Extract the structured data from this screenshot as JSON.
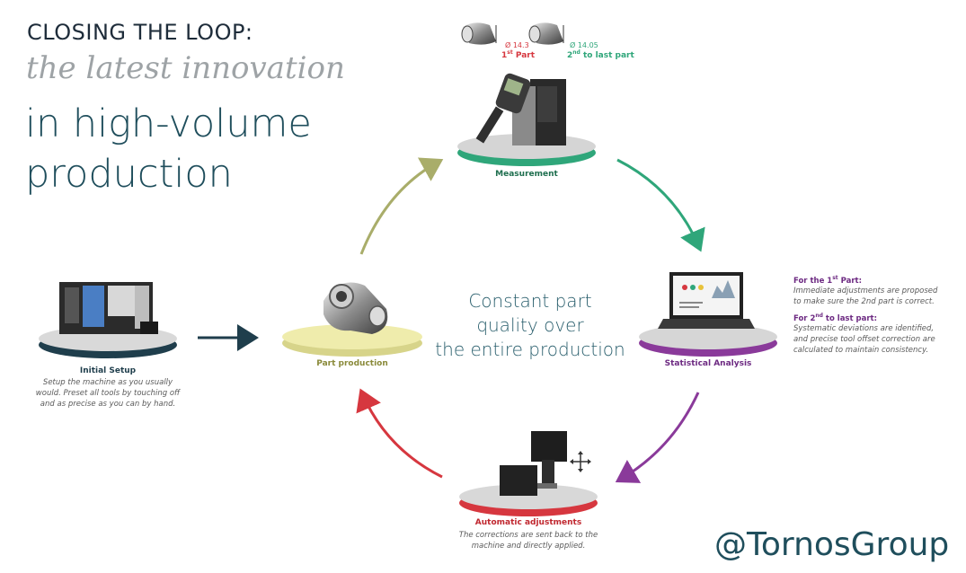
{
  "title": {
    "line1": "CLOSING THE LOOP:",
    "line2": "the latest innovation",
    "line3a": "in high-volume",
    "line3b": "production"
  },
  "center": {
    "line1": "Constant part",
    "line2": "quality over",
    "line3": "the entire production"
  },
  "stages": {
    "initial": {
      "label": "Initial Setup",
      "desc1": "Setup the machine as you usually",
      "desc2": "would. Preset all tools by touching off",
      "desc3": "and as precise as you can by hand."
    },
    "part": {
      "label": "Part production"
    },
    "measurement": {
      "label": "Measurement"
    },
    "statistical": {
      "label": "Statistical Analysis"
    },
    "automatic": {
      "label": "Automatic adjustments",
      "desc1": "The corrections are sent back to the",
      "desc2": "machine and directly applied."
    }
  },
  "measurement_parts": {
    "first": {
      "diameter": "Ø 14.3",
      "label_num": "1",
      "label_sup": "st",
      "label_rest": " Part"
    },
    "last": {
      "diameter": "Ø 14.05",
      "label_num": "2",
      "label_sup": "nd",
      "label_rest": " to last part"
    }
  },
  "notes": {
    "first_head_pre": "For the 1",
    "first_head_sup": "st",
    "first_head_post": " Part:",
    "first_body1": "Immediate adjustments are proposed",
    "first_body2": "to make sure the 2nd part is correct.",
    "second_head_pre": "For 2",
    "second_head_sup": "nd",
    "second_head_post": " to last part:",
    "second_body1": "Systematic deviations are identified,",
    "second_body2": "and precise tool offset correction are",
    "second_body3": "calculated to maintain consistency."
  },
  "brand": "@TornosGroup",
  "colors": {
    "yellow": "#e8e48a",
    "green": "#2fa67a",
    "purple": "#8a3a9a",
    "red": "#d6373f",
    "navy": "#1f3e4c",
    "olive": "#a9ad6a",
    "platform_top": "#d8d8d8"
  }
}
